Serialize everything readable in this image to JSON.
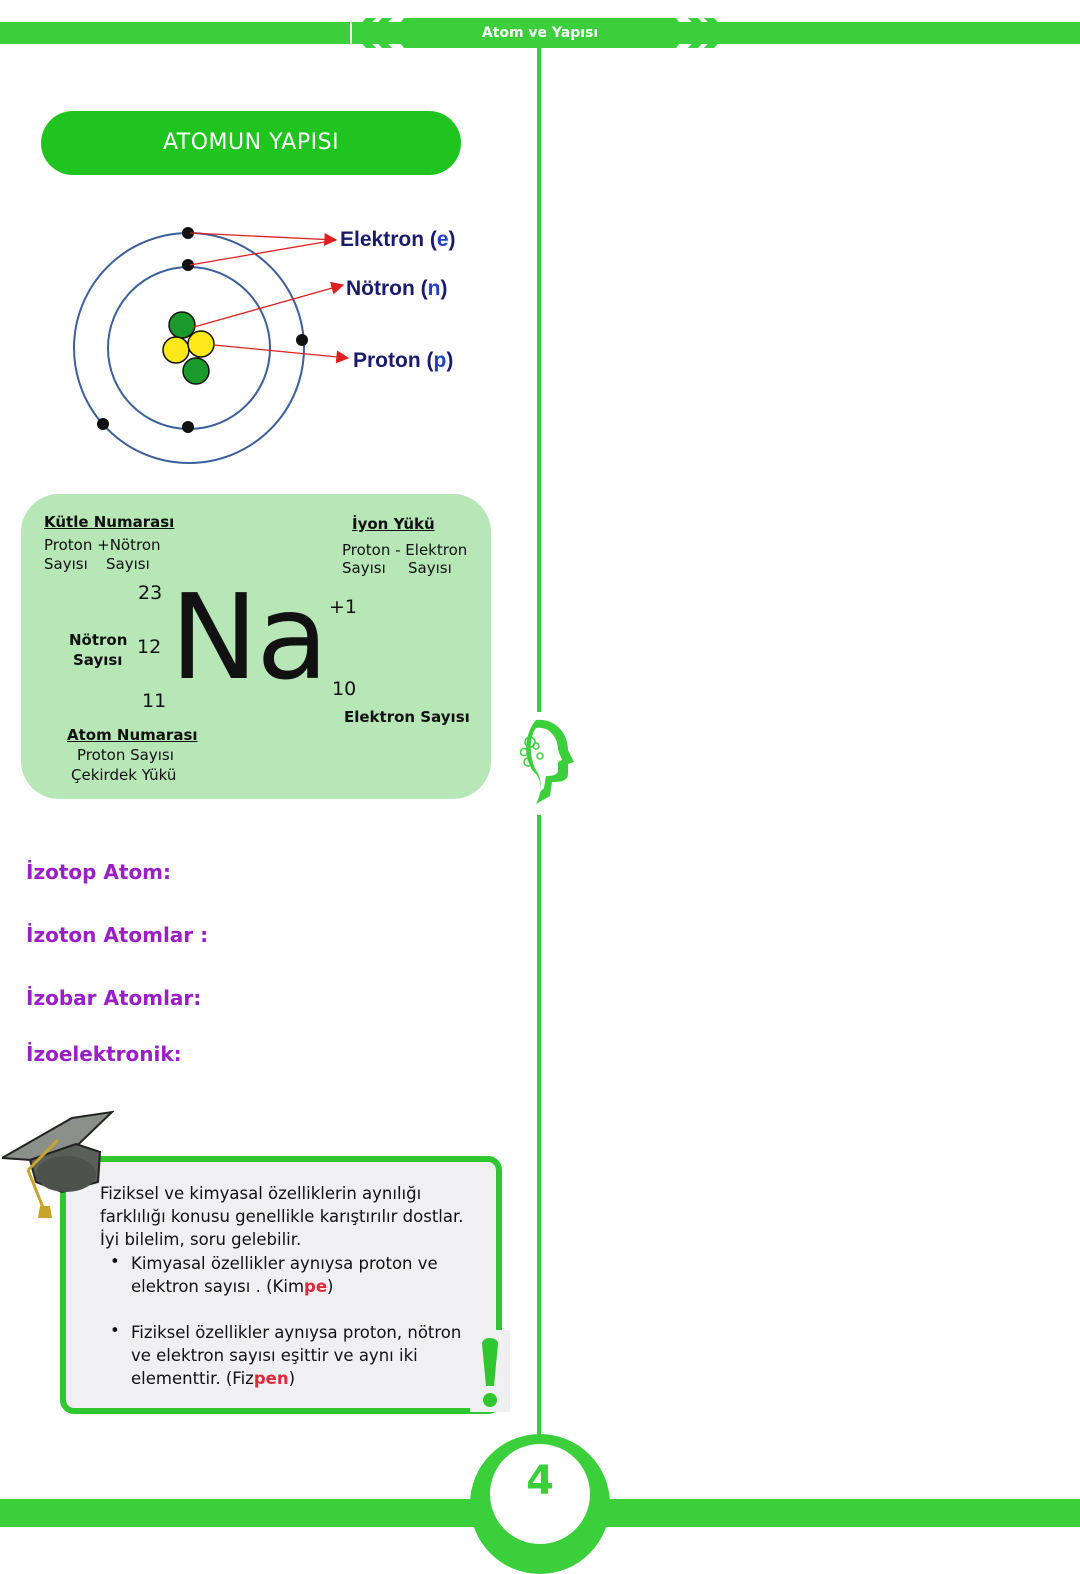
{
  "header": {
    "title": "Atom ve Yapısı"
  },
  "section": {
    "title": "ATOMUN YAPISI"
  },
  "atom_diagram": {
    "labels": [
      {
        "name": "Elektron",
        "symbol": "e"
      },
      {
        "name": "Nötron",
        "symbol": "n"
      },
      {
        "name": "Proton",
        "symbol": "p"
      }
    ]
  },
  "element_card": {
    "mass_number": {
      "heading": "Kütle Numarası",
      "line1": "Proton +Nötron",
      "line2a": "Sayısı",
      "line2b": "Sayısı",
      "value": "23"
    },
    "ion_charge": {
      "heading": "İyon Yükü",
      "line1": "Proton - Elektron",
      "line2a": "Sayısı",
      "line2b": "Sayısı",
      "value": "+1"
    },
    "neutron": {
      "line1": "Nötron",
      "line2": "Sayısı",
      "value": "12"
    },
    "symbol": "Na",
    "atomic_number": {
      "value": "11",
      "heading": "Atom Numarası",
      "line1": "Proton Sayısı",
      "line2": "Çekirdek Yükü"
    },
    "electron": {
      "value": "10",
      "label": "Elektron Sayısı"
    }
  },
  "terms": [
    "İzotop Atom:",
    "İzoton Atomlar :",
    "İzobar Atomlar:",
    "İzoelektronik:"
  ],
  "note": {
    "intro": "Fiziksel ve kimyasal özelliklerin aynılığı farklılığı konusu genellikle karıştırılır dostlar. İyi bilelim, soru gelebilir.",
    "item1_text": "Kimyasal özellikler aynıysa proton ve elektron sayısı .  (Kim",
    "item1_highlight": "pe",
    "item1_end": ")",
    "item2_text": "Fiziksel özellikler aynıysa proton, nötron ve elektron sayısı eşittir ve aynı iki elementtir. (Fiz",
    "item2_highlight": "pen",
    "item2_end": ")"
  },
  "footer": {
    "page_number": "4"
  },
  "colors": {
    "accent_green": "#3ccf3c",
    "card_green": "#b7e6b7",
    "term_purple": "#9b1fc6",
    "highlight_red": "#e0283a"
  }
}
